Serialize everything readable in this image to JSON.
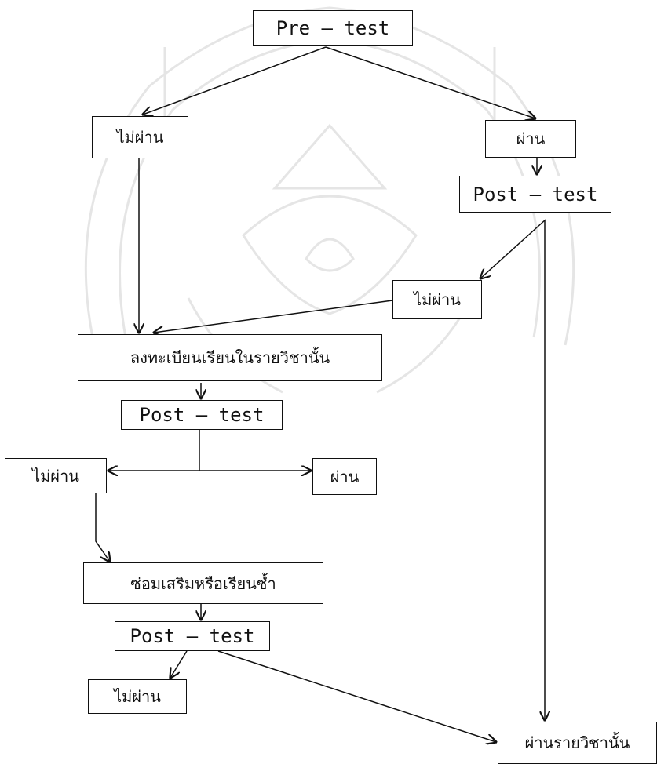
{
  "nodes": {
    "pretest": "Pre – test",
    "fail_pre": "ไม่ผ่าน",
    "pass_pre": "ผ่าน",
    "posttest_1": "Post – test",
    "fail_post1": "ไม่ผ่าน",
    "register": "ลงทะเบียนเรียนในรายวิชานั้น",
    "posttest_2": "Post – test",
    "fail_post2": "ไม่ผ่าน",
    "pass_post2": "ผ่าน",
    "remedial": "ซ่อมเสริมหรือเรียนซ้ำ",
    "posttest_3": "Post – test",
    "fail_post3": "ไม่ผ่าน",
    "pass_course": "ผ่านรายวิชานั้น"
  },
  "colors": {
    "line": "#111111",
    "watermark": "#9a9a9a"
  },
  "icons": {
    "background": "university-seal-watermark"
  }
}
